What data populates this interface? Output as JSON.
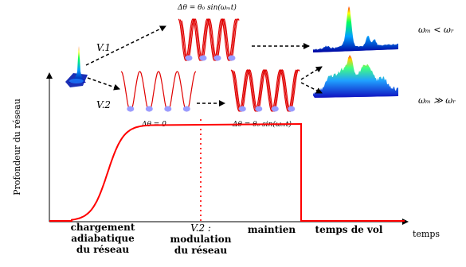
{
  "paths": {
    "v1": "V.1",
    "v2": "V.2"
  },
  "equations": {
    "mod_top": "Δθ = θ₀ sin(ωₘt)",
    "zero": "Δθ = 0",
    "mod_right": "Δθ = θ₀ sin(ωₘt)",
    "cond_top": "ωₘ < ωᵣ",
    "cond_bottom": "ωₘ ≫ ωᵣ"
  },
  "axes": {
    "ylabel": "Profondeur du réseau",
    "xlabel": "temps"
  },
  "phases": {
    "chargement": [
      "chargement",
      "adiabatique",
      "du réseau"
    ],
    "v2": "V.2 :",
    "modulation": [
      "modulation",
      "du réseau"
    ],
    "maintien": "maintien",
    "vol": "temps de vol"
  },
  "colors": {
    "curve": "#ff0000",
    "lattice": "#e00000",
    "atoms": "#9a9cff",
    "arrows": "#000000",
    "marker": "#ff0000"
  },
  "icons": {
    "start_cloud": "3d-density-peak",
    "spectrum_narrow": "narrow-peaks-3d",
    "spectrum_broad": "broad-peaks-3d"
  }
}
